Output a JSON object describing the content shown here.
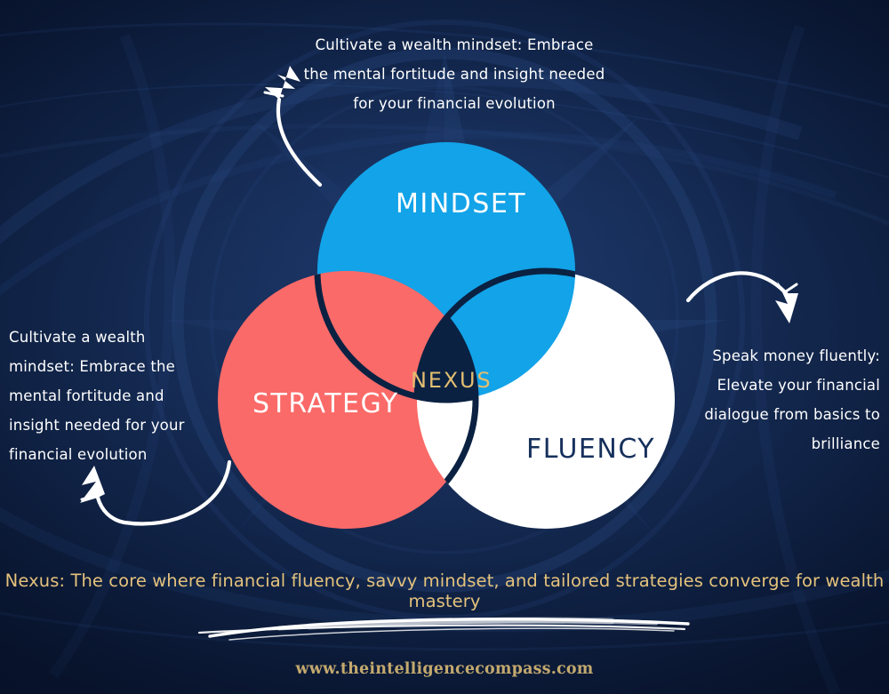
{
  "page": {
    "background_color": "#0c1c3a",
    "accent_gold": "#e4c27c"
  },
  "venn": {
    "circles": [
      {
        "key": "mindset",
        "label": "MINDSET",
        "color": "#12a3e8",
        "text_color": "#ffffff"
      },
      {
        "key": "strategy",
        "label": "STRATEGY",
        "color": "#fa6a68",
        "text_color": "#ffffff"
      },
      {
        "key": "fluency",
        "label": "FLUENCY",
        "color": "#ffffff",
        "text_color": "#16305c"
      }
    ],
    "center": {
      "label": "NEXUS",
      "color": "#0a2142",
      "text_color": "#e2bd70"
    }
  },
  "captions": {
    "top": "Cultivate a wealth mindset: Embrace the mental fortitude and insight needed for your financial evolution",
    "left": "Cultivate a wealth mindset: Embrace the mental fortitude and insight needed for your financial evolution",
    "right": "Speak money fluently: Elevate your financial dialogue from basics to brilliance"
  },
  "footer": {
    "tagline": "Nexus: The core where financial fluency, savvy mindset, and tailored strategies converge for wealth mastery",
    "website": "www.theintelligencecompass.com"
  },
  "decorations": {
    "arrow_top_left": "curved-arrow-up-right-icon",
    "arrow_right": "curved-arrow-down-right-icon",
    "arrow_bottom_left": "curved-arrow-up-left-icon",
    "underline": "hand-drawn-underline-flourish"
  }
}
